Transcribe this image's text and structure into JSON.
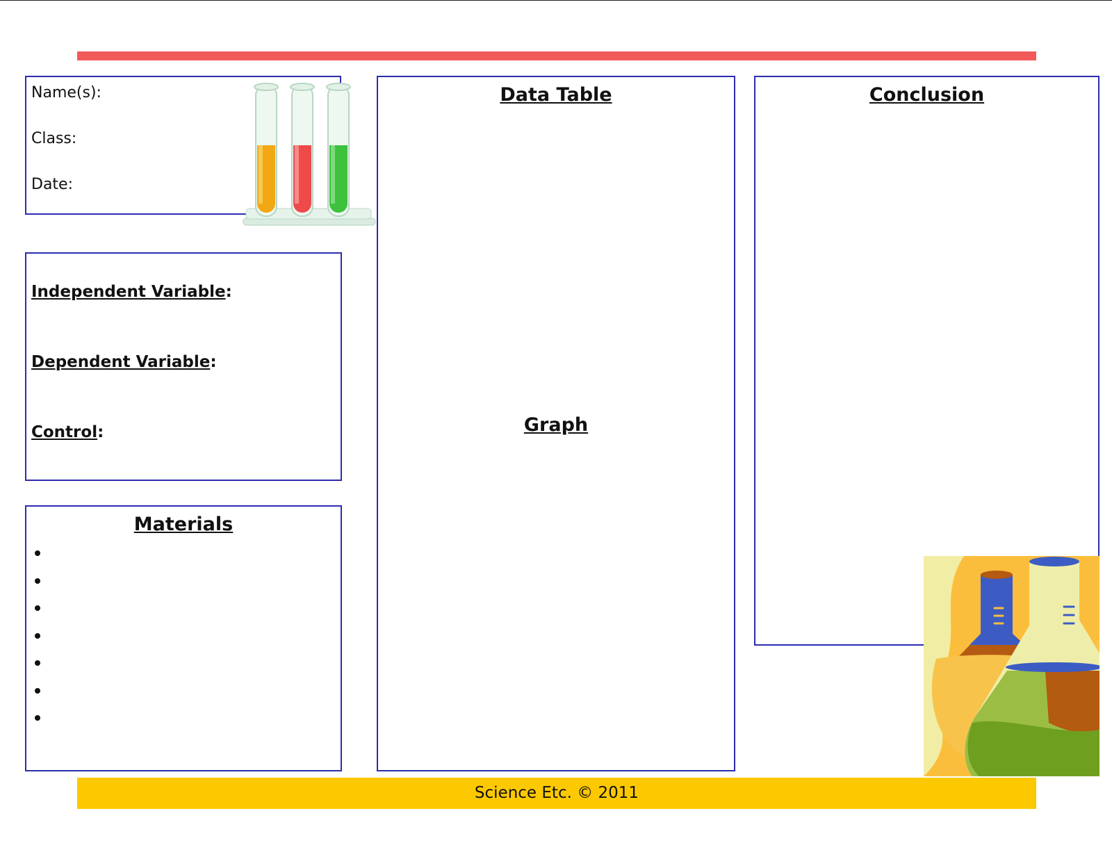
{
  "info": {
    "names_label": "Name(s):",
    "class_label": "Class:",
    "date_label": "Date:"
  },
  "variables": {
    "independent_label": "Independent Variable",
    "dependent_label": "Dependent Variable",
    "control_label": "Control",
    "suffix": ":"
  },
  "materials": {
    "title": "Materials",
    "bullet_count": 7
  },
  "center": {
    "data_table_title": "Data Table",
    "graph_title": "Graph"
  },
  "conclusion": {
    "title": "Conclusion"
  },
  "footer": {
    "text": "Science Etc. © 2011"
  },
  "colors": {
    "border": "#2c2cb0",
    "top_bar": "#f25a5a",
    "footer_bar": "#fcc900"
  },
  "icons": {
    "top_illustration": "test-tubes-icon",
    "bottom_illustration": "flasks-icon"
  }
}
